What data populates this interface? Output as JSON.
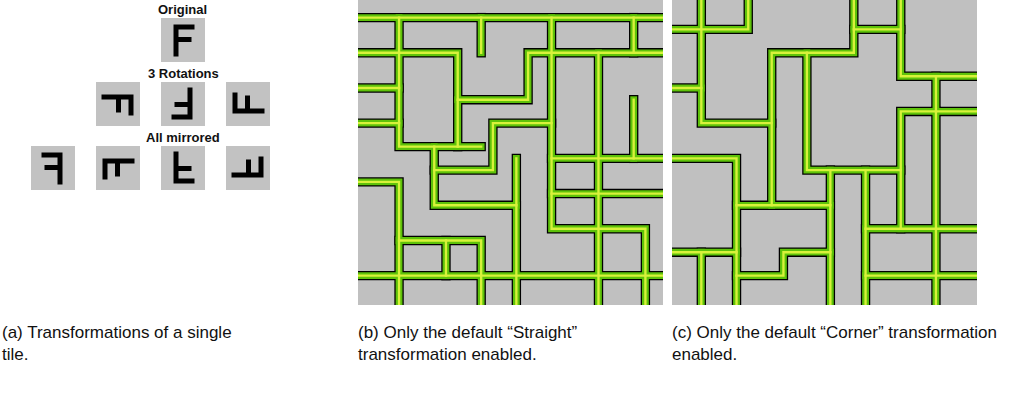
{
  "diagram": {
    "labels": [
      "Original",
      "3 Rotations",
      "All mirrored",
      "(a) Transformations of a single tile.",
      "(b) Only the default “Straight” transformation enabled.",
      "(c) Only the default “Corner” transformation enabled."
    ]
  }
}
